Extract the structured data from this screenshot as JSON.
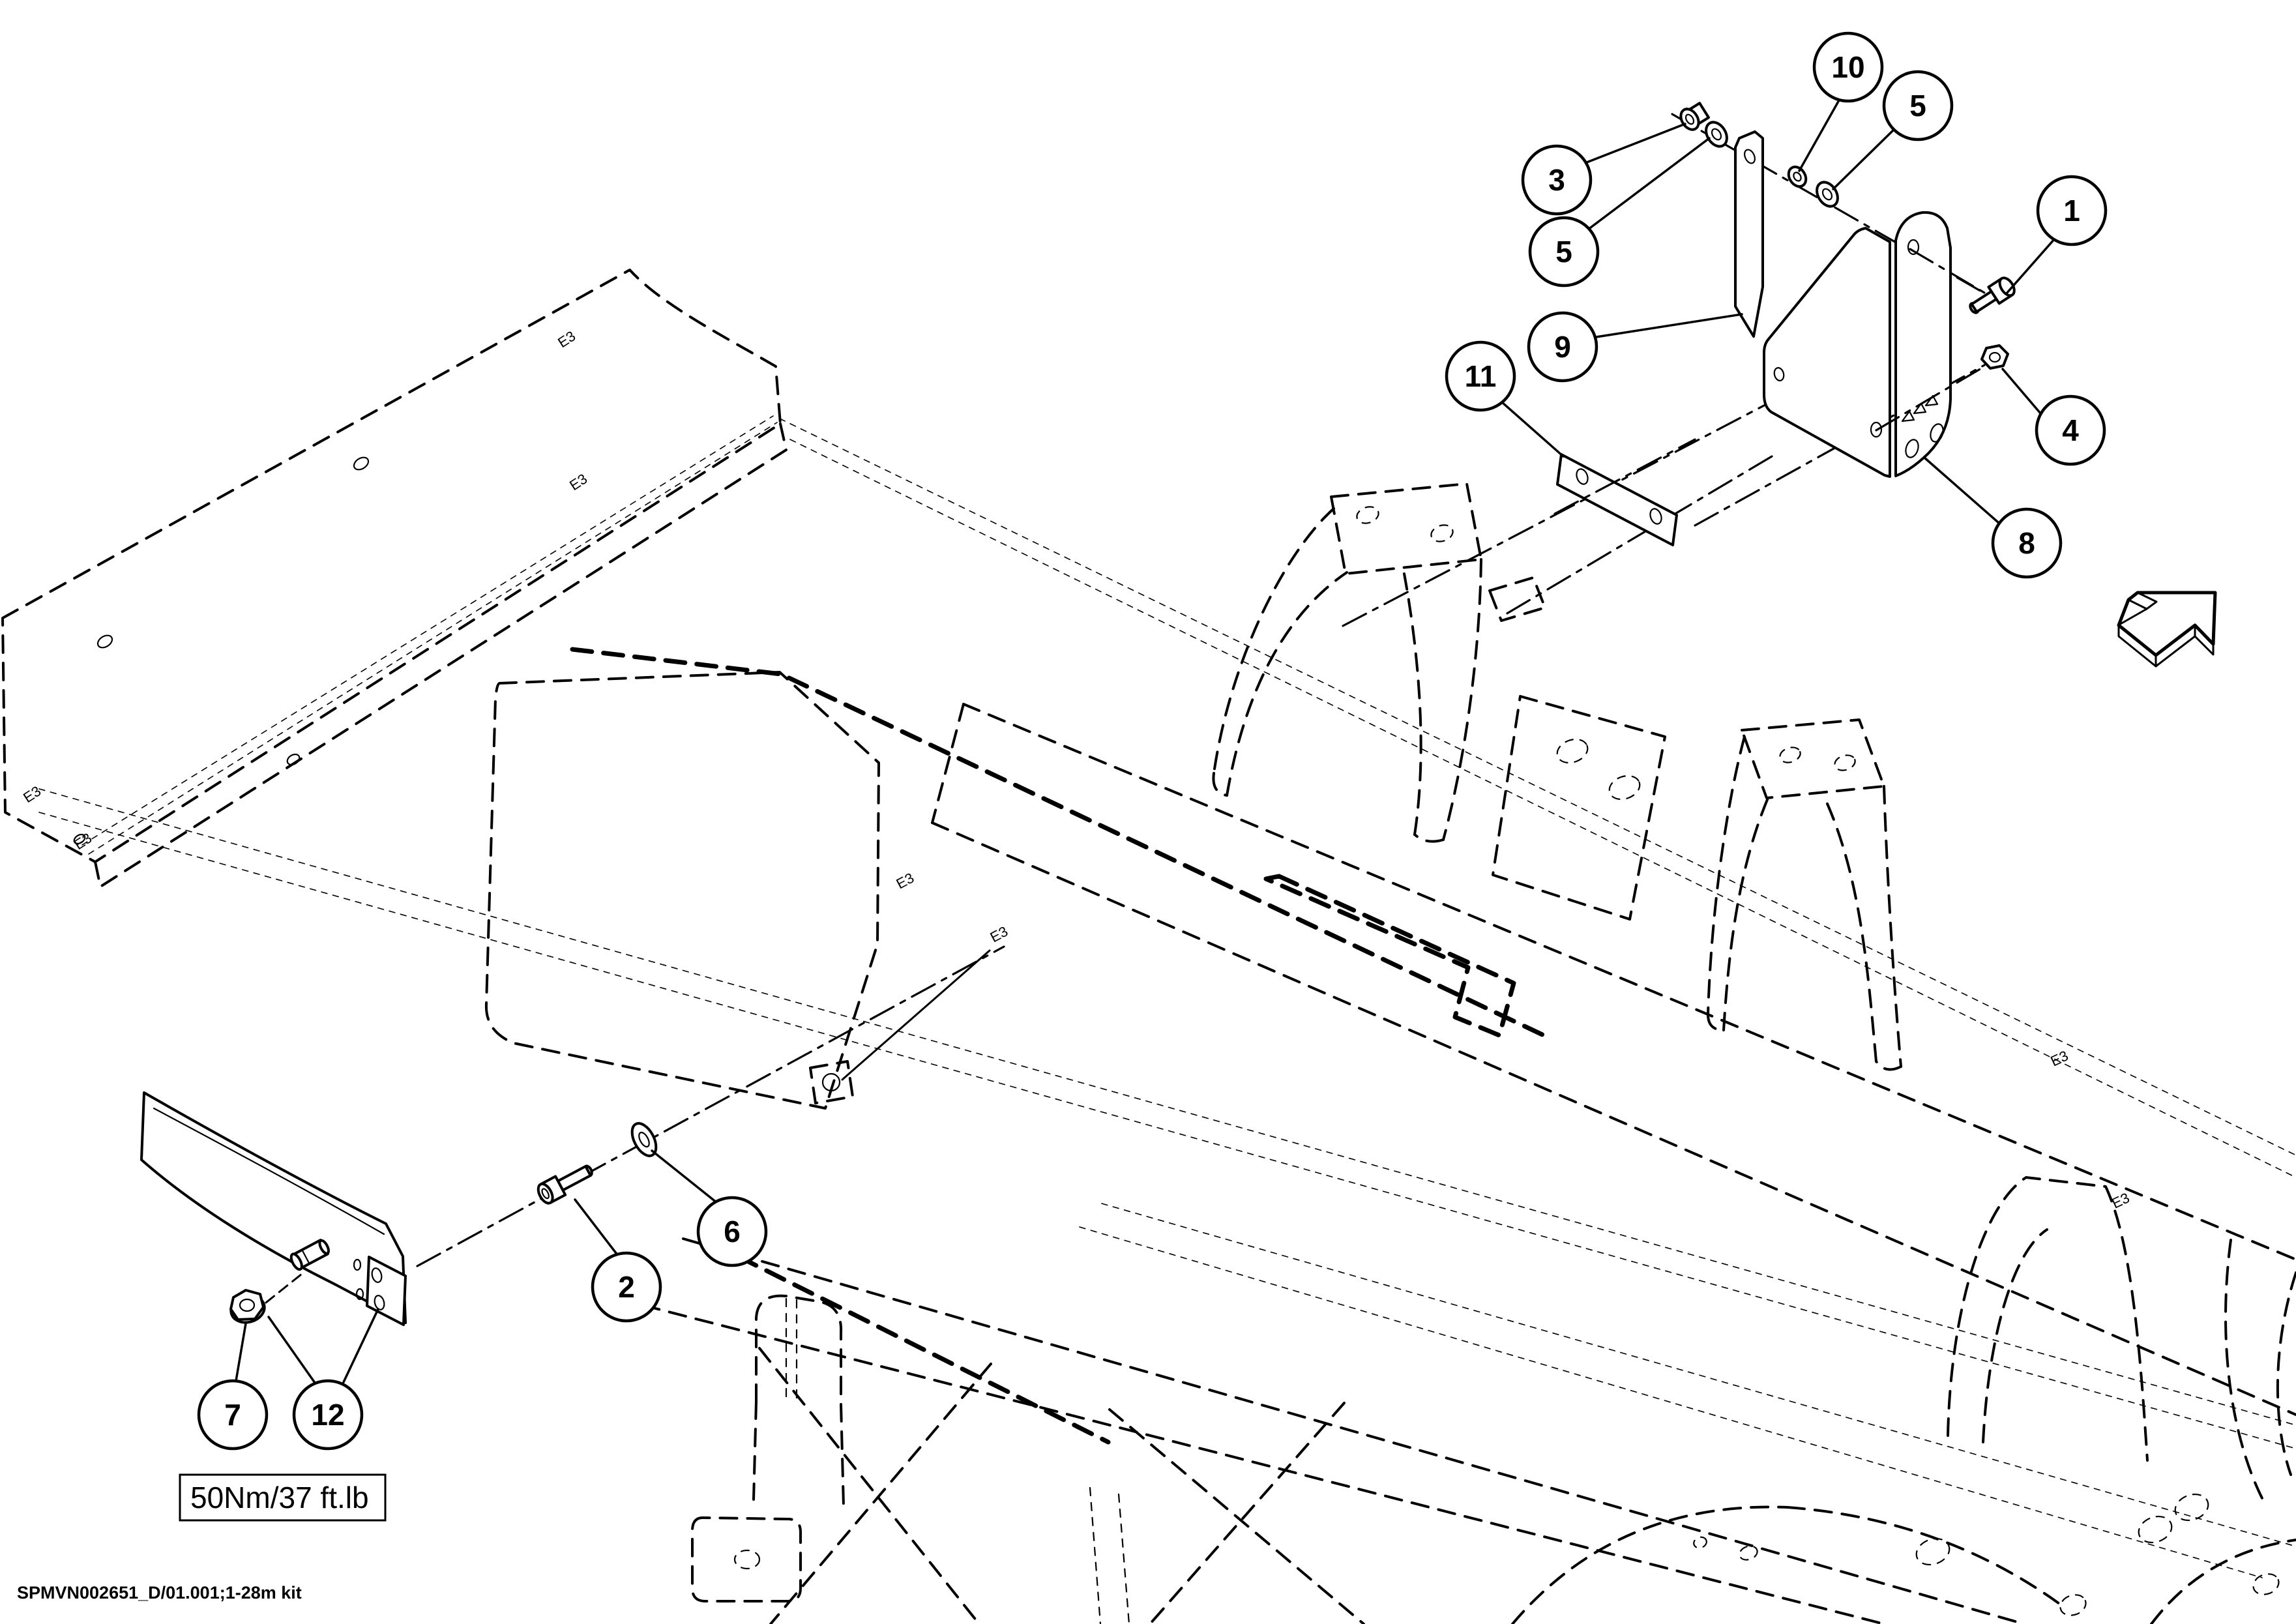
{
  "page": {
    "background_color": "#ffffff",
    "line_color": "#000000",
    "footer_code": "SPMVN002651_D/01.001;1-28m kit",
    "torque_label": "50Nm/37 ft.lb",
    "frame_marking": "E3"
  },
  "callouts": [
    {
      "number": "1"
    },
    {
      "number": "2"
    },
    {
      "number": "3"
    },
    {
      "number": "4"
    },
    {
      "number": "5"
    },
    {
      "number": "5"
    },
    {
      "number": "6"
    },
    {
      "number": "7"
    },
    {
      "number": "8"
    },
    {
      "number": "9"
    },
    {
      "number": "10"
    },
    {
      "number": "11"
    },
    {
      "number": "12"
    }
  ]
}
